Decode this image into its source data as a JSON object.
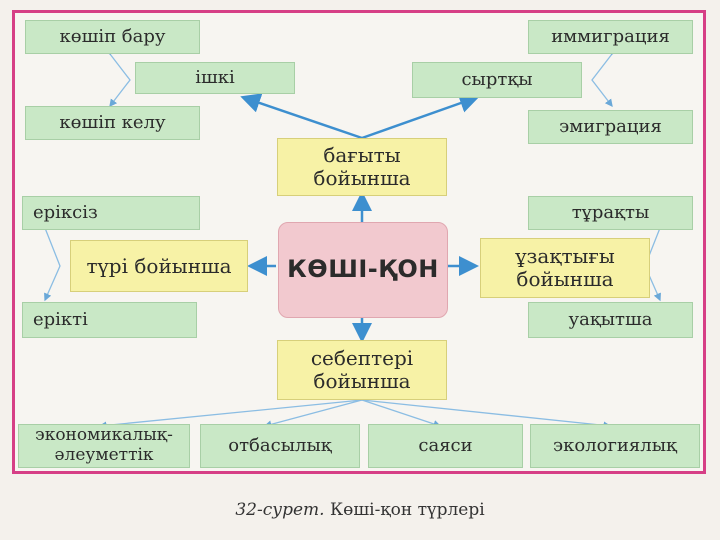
{
  "center": "КӨШІ-ҚОН",
  "direction": {
    "title": [
      "бағыты",
      "бойынша"
    ],
    "internal": "ішкі",
    "external": "сыртқы",
    "out_migration": "көшіп бару",
    "in_migration": "көшіп келу",
    "immigration": "иммиграция",
    "emigration": "эмиграция"
  },
  "type": {
    "title": "түрі бойынша",
    "forced": "еріксіз",
    "voluntary": "ерікті"
  },
  "duration": {
    "title": [
      "ұзақтығы",
      "бойынша"
    ],
    "permanent": "тұрақты",
    "temporary": "уақытша"
  },
  "reasons": {
    "title": [
      "себептері",
      "бойынша"
    ],
    "items": [
      "экономикалық-\nәлеуметтік",
      "отбасылық",
      "саяси",
      "экологиялық"
    ]
  },
  "caption": {
    "number": "32-сурет.",
    "text": " Көші-қон түрлері"
  }
}
